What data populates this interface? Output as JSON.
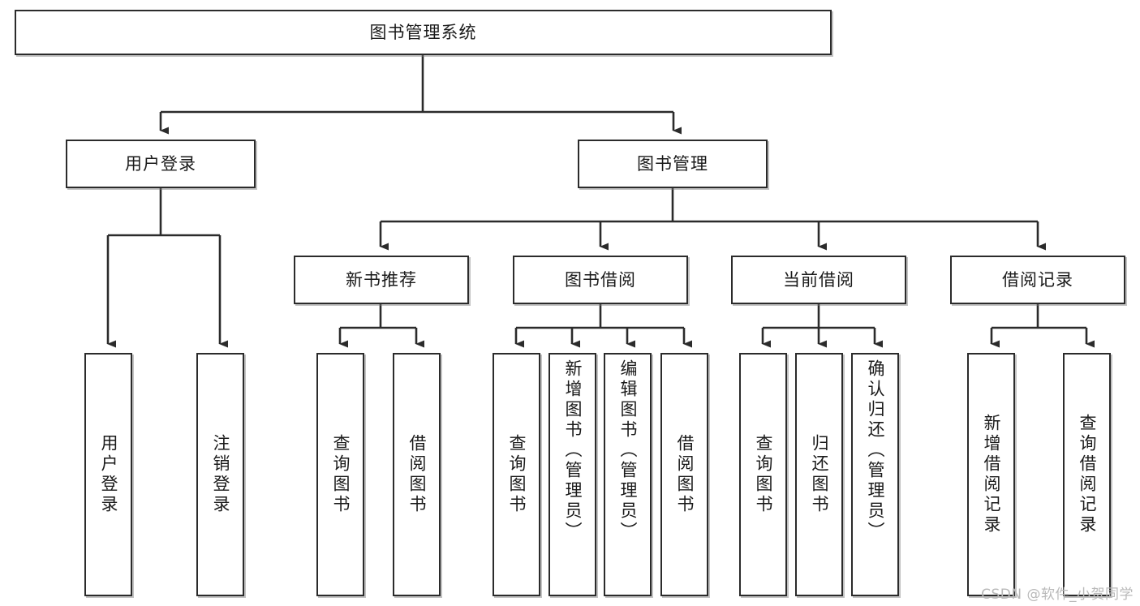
{
  "diagram": {
    "title": "图书管理系统",
    "type": "tree",
    "watermark": "CSDN @软件_小贺同学",
    "colors": {
      "box_border": "#2b2b2b",
      "box_fill": "#ffffff",
      "connector": "#2b2b2b",
      "watermark": "#b9b9b9",
      "text": "#1a1a1a"
    },
    "nodes": {
      "root": {
        "label": "图书管理系统"
      },
      "level1": [
        {
          "id": "user-login",
          "label": "用户登录"
        },
        {
          "id": "book-manage",
          "label": "图书管理"
        }
      ],
      "level2": [
        {
          "id": "new-book-recommend",
          "label": "新书推荐",
          "parent": "book-manage"
        },
        {
          "id": "book-borrow",
          "label": "图书借阅",
          "parent": "book-manage"
        },
        {
          "id": "current-borrow",
          "label": "当前借阅",
          "parent": "book-manage"
        },
        {
          "id": "borrow-record",
          "label": "借阅记录",
          "parent": "book-manage"
        }
      ],
      "leaves": [
        {
          "id": "leaf-user-login",
          "label": "用户登录",
          "parent": "user-login"
        },
        {
          "id": "leaf-user-logout",
          "label": "注销登录",
          "parent": "user-login"
        },
        {
          "id": "leaf-query-book-1",
          "label": "查询图书",
          "parent": "new-book-recommend"
        },
        {
          "id": "leaf-borrow-book-1",
          "label": "借阅图书",
          "parent": "new-book-recommend"
        },
        {
          "id": "leaf-query-book-2",
          "label": "查询图书",
          "parent": "book-borrow"
        },
        {
          "id": "leaf-add-book",
          "label": "新增图书（管理员）",
          "parent": "book-borrow"
        },
        {
          "id": "leaf-edit-book",
          "label": "编辑图书（管理员）",
          "parent": "book-borrow"
        },
        {
          "id": "leaf-borrow-book-2",
          "label": "借阅图书",
          "parent": "book-borrow"
        },
        {
          "id": "leaf-query-book-3",
          "label": "查询图书",
          "parent": "current-borrow"
        },
        {
          "id": "leaf-return-book",
          "label": "归还图书",
          "parent": "current-borrow"
        },
        {
          "id": "leaf-confirm-return",
          "label": "确认归还（管理员）",
          "parent": "current-borrow"
        },
        {
          "id": "leaf-add-record",
          "label": "新增借阅记录",
          "parent": "borrow-record"
        },
        {
          "id": "leaf-query-record",
          "label": "查询借阅记录",
          "parent": "borrow-record"
        }
      ]
    }
  }
}
